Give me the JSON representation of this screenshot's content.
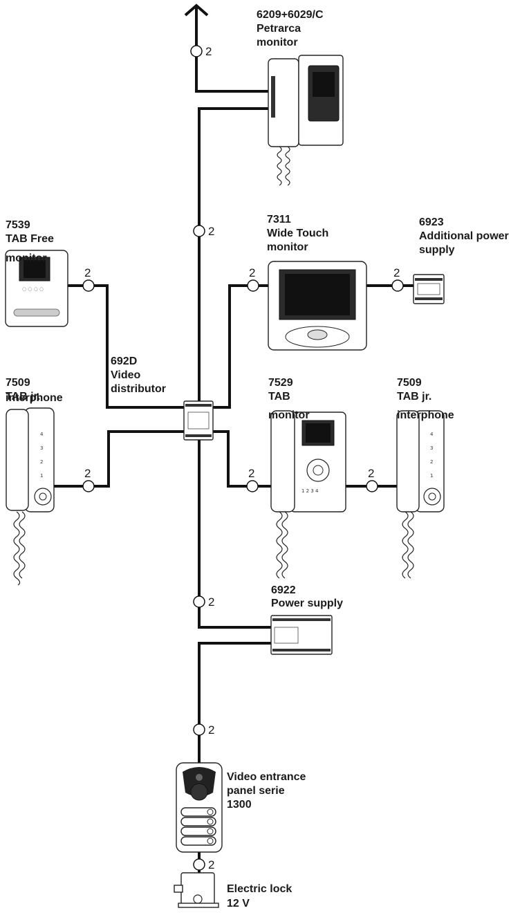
{
  "wire_count_label": "2",
  "devices": {
    "petrarca": {
      "code": "6209+6029/C",
      "name_line1": "Petrarca",
      "name_line2": "monitor"
    },
    "wide_touch": {
      "code": "7311",
      "name_line1": "Wide Touch",
      "name_line2": "monitor"
    },
    "tab_free": {
      "code": "7539",
      "name_line1": "TAB Free",
      "name_line2": "monitor"
    },
    "add_power": {
      "code": "6923",
      "name_line1": "Additional power",
      "name_line2": "supply"
    },
    "distributor": {
      "code": "692D",
      "name_line1": "Video",
      "name_line2": "distributor"
    },
    "tab_jr_left": {
      "code": "7509",
      "name_line1": "TAB jr.",
      "name_line2": "interphone"
    },
    "tab_monitor": {
      "code": "7529",
      "name_line1": "TAB",
      "name_line2": "monitor"
    },
    "tab_jr_right": {
      "code": "7509",
      "name_line1": "TAB jr.",
      "name_line2": "interphone"
    },
    "power_supply": {
      "code": "6922",
      "name_line1": "Power supply"
    },
    "entrance_panel": {
      "name_line1": "Video entrance",
      "name_line2": "panel serie",
      "name_line3": "1300"
    },
    "electric_lock": {
      "name_line1": "Electric lock",
      "name_line2": "12 V"
    }
  }
}
